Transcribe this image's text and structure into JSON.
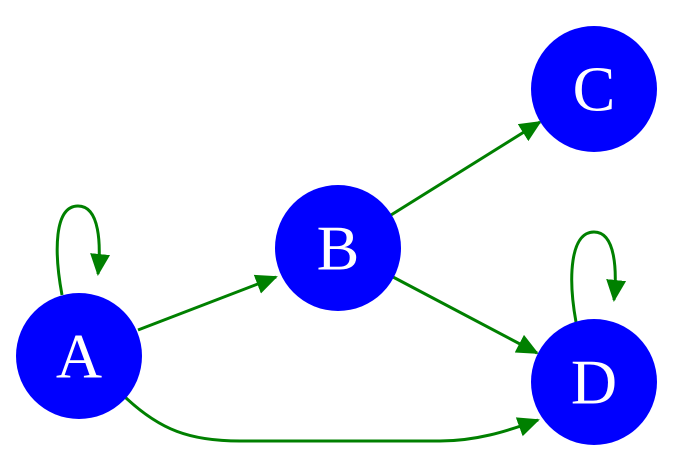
{
  "colors": {
    "node_fill": "#0000ff",
    "edge": "#008000",
    "label": "#ffffff"
  },
  "nodes": [
    {
      "id": "A",
      "label": "A"
    },
    {
      "id": "B",
      "label": "B"
    },
    {
      "id": "C",
      "label": "C"
    },
    {
      "id": "D",
      "label": "D"
    }
  ],
  "edges": [
    {
      "from": "A",
      "to": "A"
    },
    {
      "from": "A",
      "to": "B"
    },
    {
      "from": "A",
      "to": "D"
    },
    {
      "from": "B",
      "to": "C"
    },
    {
      "from": "B",
      "to": "D"
    },
    {
      "from": "D",
      "to": "D"
    }
  ]
}
